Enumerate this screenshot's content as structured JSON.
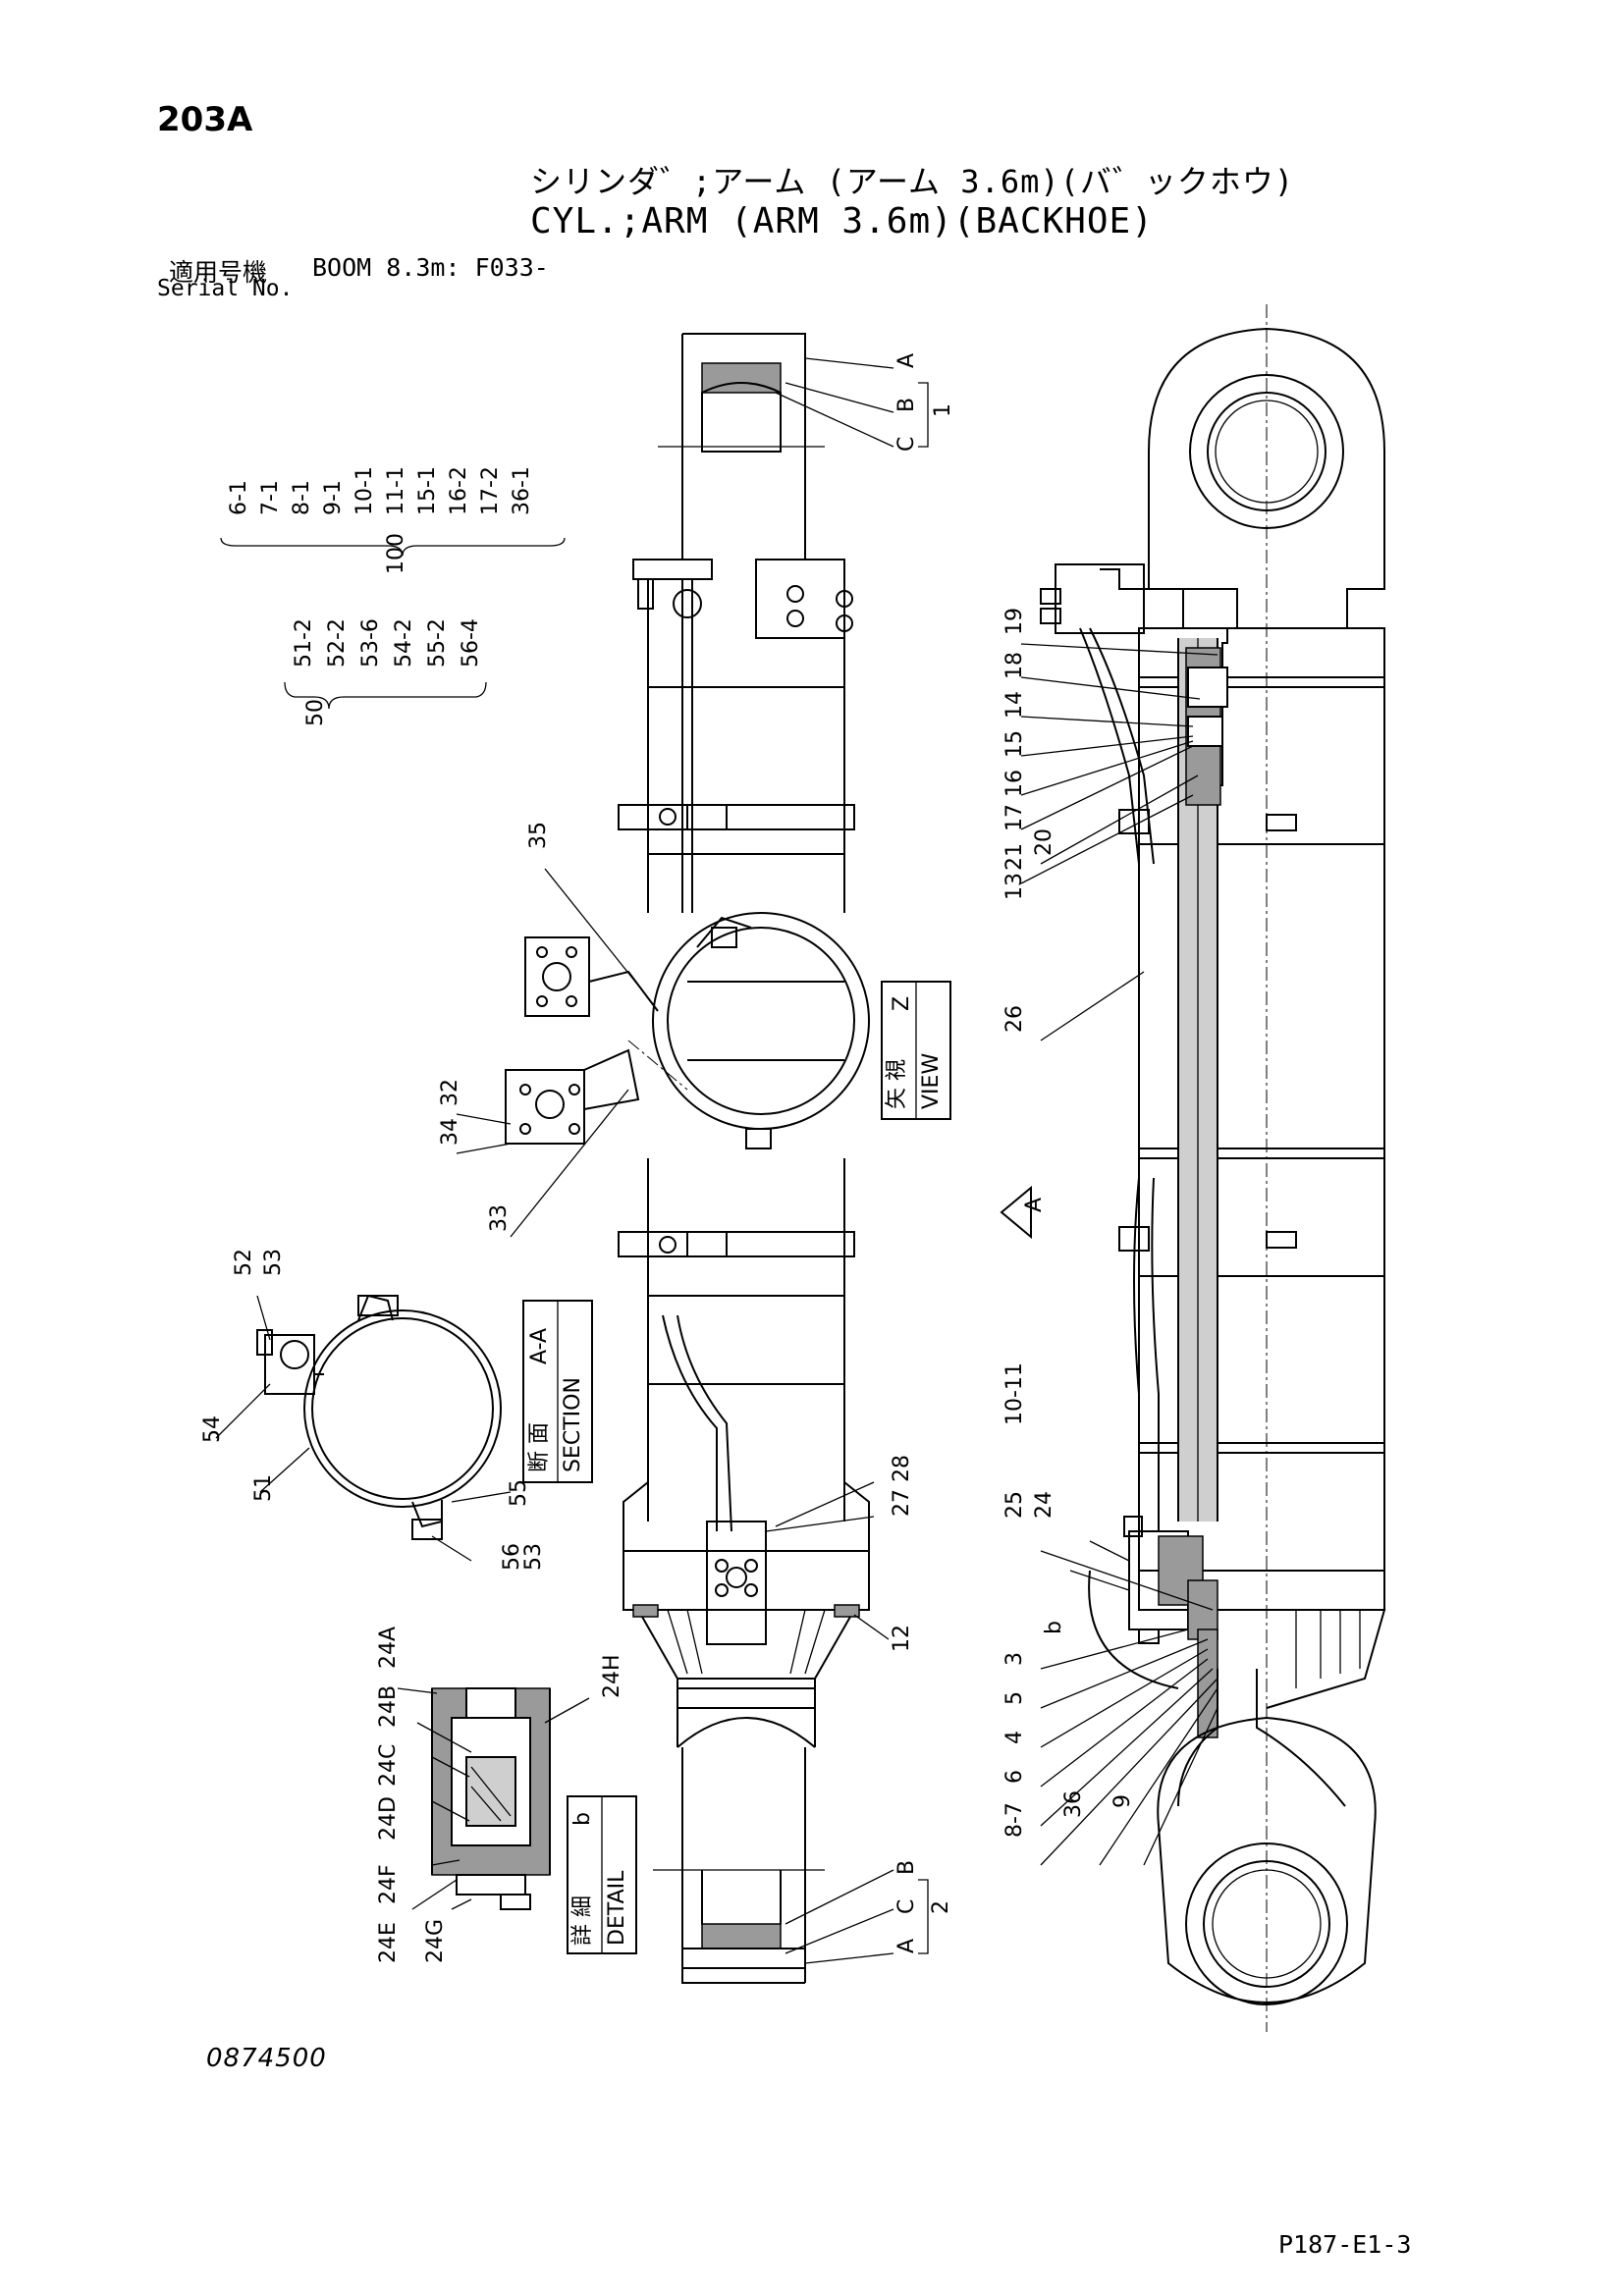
{
  "header": {
    "page_number": "203A",
    "title_jp": "シリンダ゛;アーム (アーム 3.6m)(バ゛ックホウ)",
    "title_en": "CYL.;ARM (ARM 3.6m)(BACKHOE)",
    "serial_label_jp": "適用号機",
    "serial_label_en": "Serial No.",
    "serial_value": "BOOM 8.3m: F033-"
  },
  "footer": {
    "drawing_number": "0874500",
    "page_ref": "P187-E1-3"
  },
  "groups": {
    "group_100": {
      "label": "100",
      "parts": [
        "6-1",
        "7-1",
        "8-1",
        "9-1",
        "10-1",
        "11-1",
        "15-1",
        "16-2",
        "17-2",
        "36-1"
      ]
    },
    "group_50": {
      "label": "50",
      "parts": [
        "51-2",
        "52-2",
        "53-6",
        "54-2",
        "55-2",
        "56-4"
      ]
    }
  },
  "views": {
    "view_z": {
      "jp": "矢 視",
      "en": "VIEW",
      "letter": "Z"
    },
    "section_aa": {
      "jp": "断 面",
      "en": "SECTION",
      "letter": "A-A"
    },
    "detail_b": {
      "jp": "詳 細",
      "en": "DETAIL",
      "letter": "b"
    },
    "section_marker": "A",
    "detail_marker": "b"
  },
  "callouts": {
    "head_end_top": {
      "a": "A",
      "b": "B",
      "c": "C",
      "group": "1"
    },
    "rod_end_bottom": {
      "b": "B",
      "a": "A",
      "c": "C",
      "group": "2"
    },
    "main": [
      "19",
      "18",
      "14",
      "15",
      "16",
      "17",
      "21",
      "13",
      "20",
      "26",
      "10-11",
      "24",
      "25",
      "3",
      "5",
      "4",
      "6",
      "8-7",
      "36",
      "9",
      "12",
      "27",
      "28"
    ],
    "view_z_parts": [
      "35",
      "32",
      "34",
      "33"
    ],
    "section_parts": [
      "52",
      "53",
      "54",
      "51",
      "55",
      "56",
      "53"
    ],
    "detail_parts": [
      "24A",
      "24B",
      "24C",
      "24D",
      "24F",
      "24E",
      "24G",
      "24H"
    ]
  }
}
